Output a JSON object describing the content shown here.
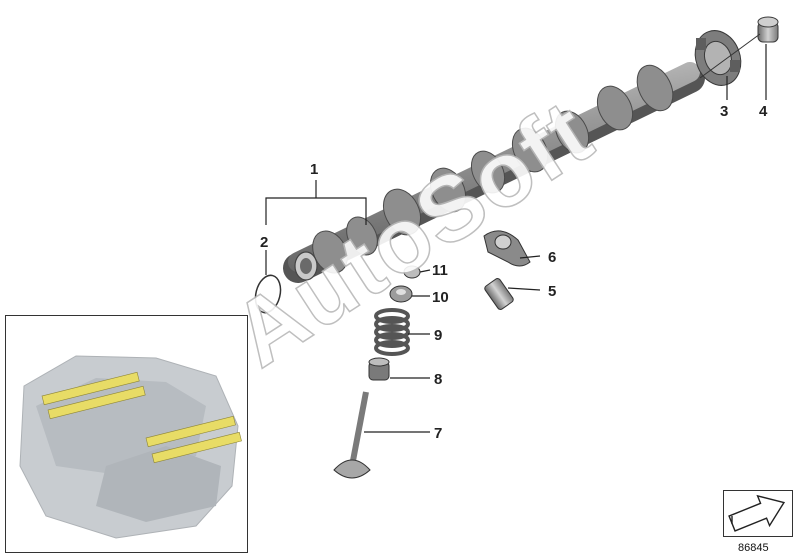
{
  "diagram": {
    "diagram_number": "86845",
    "watermark": "AutoSoft",
    "callouts": [
      {
        "id": "1",
        "label": "1"
      },
      {
        "id": "2",
        "label": "2"
      },
      {
        "id": "3",
        "label": "3"
      },
      {
        "id": "4",
        "label": "4"
      },
      {
        "id": "5",
        "label": "5"
      },
      {
        "id": "6",
        "label": "6"
      },
      {
        "id": "7",
        "label": "7"
      },
      {
        "id": "8",
        "label": "8"
      },
      {
        "id": "9",
        "label": "9"
      },
      {
        "id": "10",
        "label": "10"
      },
      {
        "id": "11",
        "label": "11"
      }
    ]
  },
  "colors": {
    "part_dark": "#6e6e6e",
    "part_mid": "#a2a2a2",
    "part_light": "#d6d6d6",
    "highlight": "#e8dc66",
    "engine_ghost": "#c9cccf",
    "line": "#333333"
  }
}
